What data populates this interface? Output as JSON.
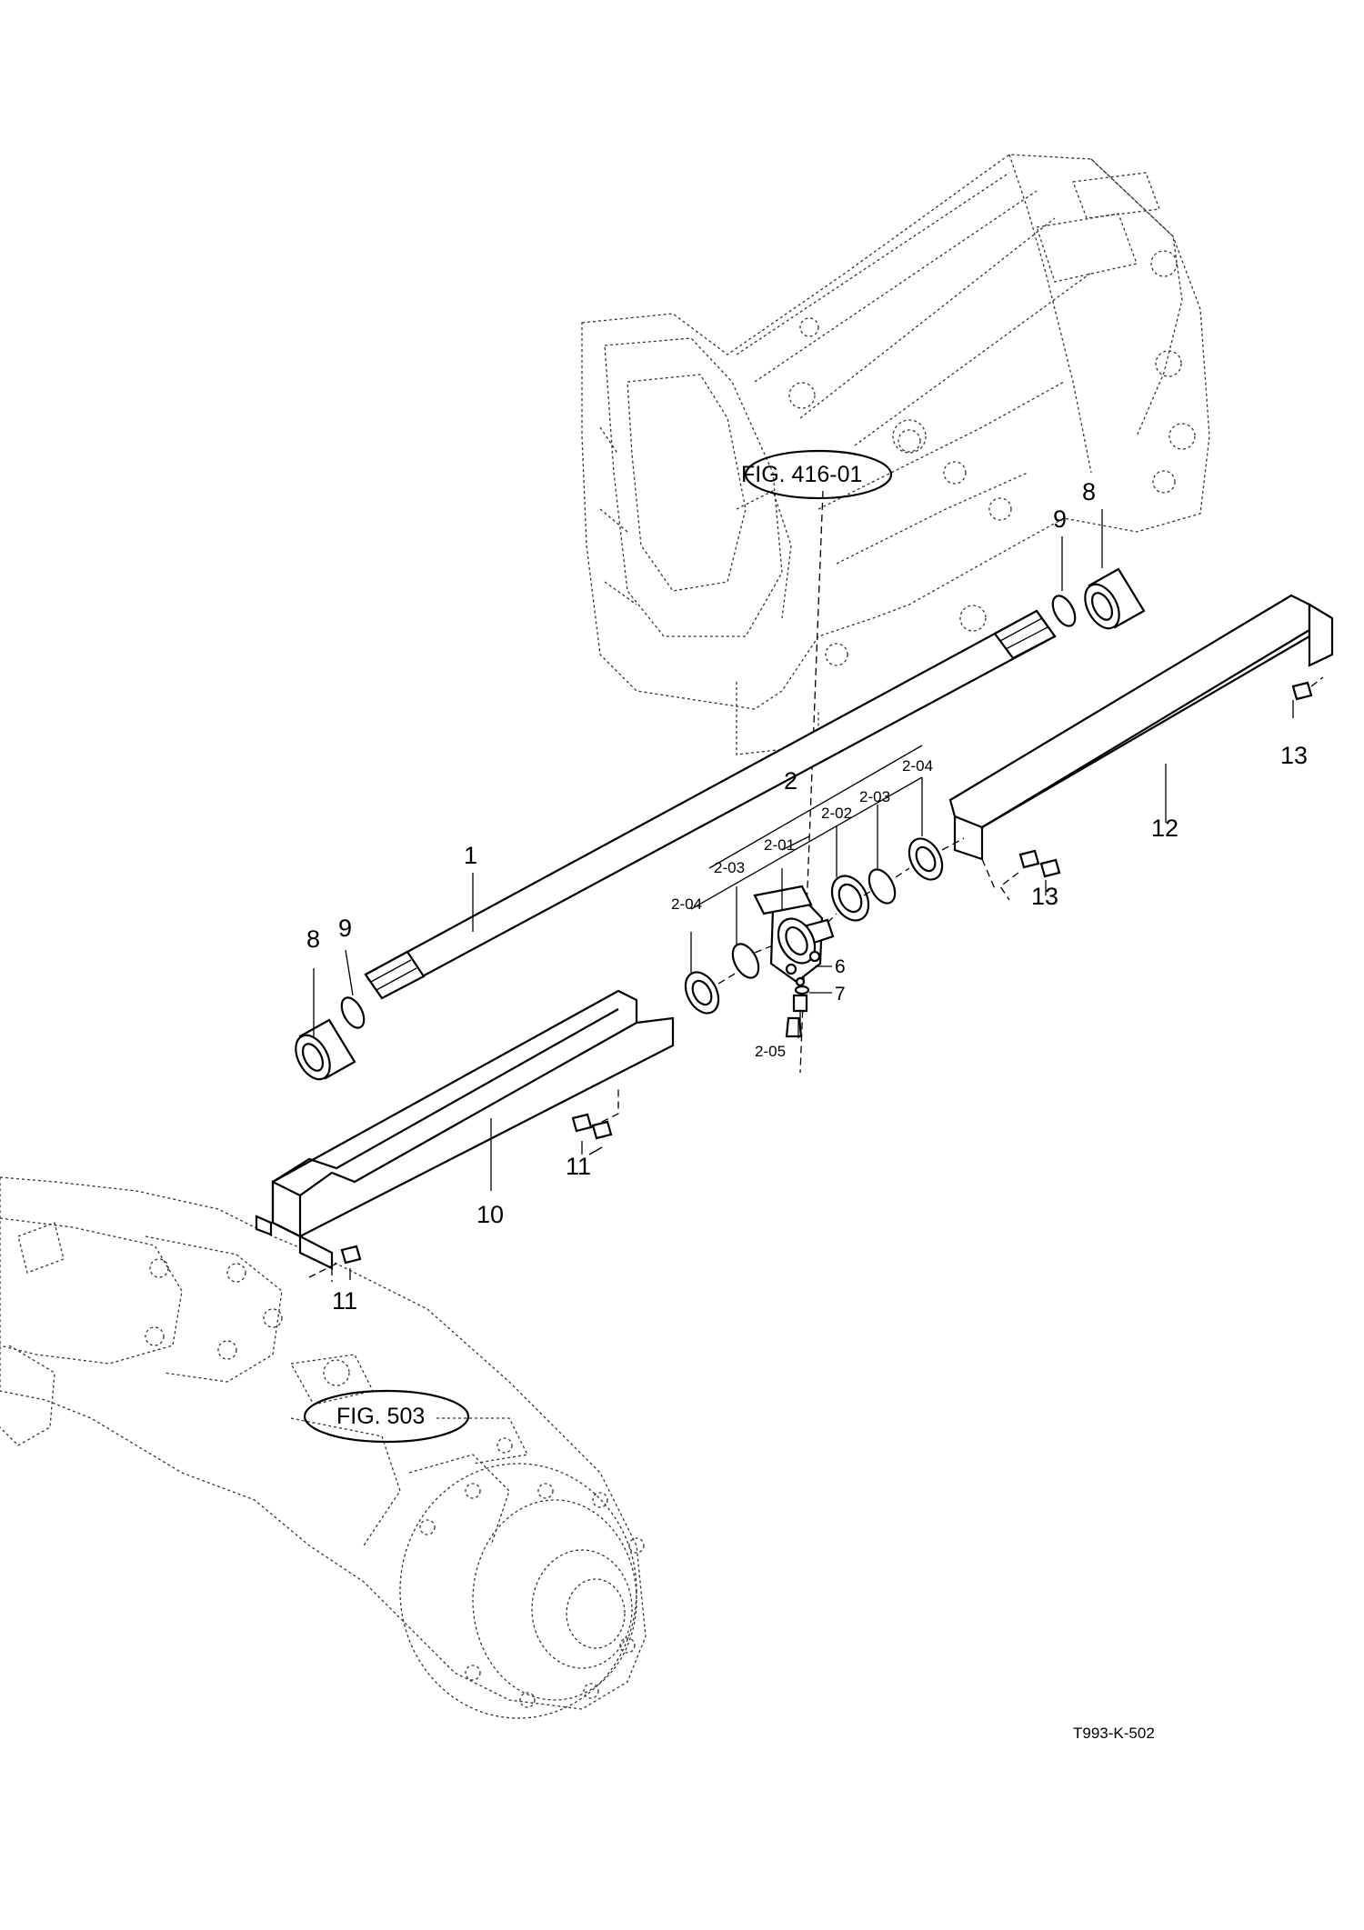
{
  "figure_refs": [
    {
      "id": "ref-416",
      "label": "FIG. 416-01"
    },
    {
      "id": "ref-503",
      "label": "FIG. 503"
    }
  ],
  "callouts": {
    "c1": "1",
    "c2": "2",
    "c2_01": "2-01",
    "c2_02": "2-02",
    "c2_03a": "2-03",
    "c2_03b": "2-03",
    "c2_04a": "2-04",
    "c2_04b": "2-04",
    "c2_05": "2-05",
    "c6": "6",
    "c7": "7",
    "c8a": "8",
    "c8b": "8",
    "c9a": "9",
    "c9b": "9",
    "c10": "10",
    "c11a": "11",
    "c11b": "11",
    "c12": "12",
    "c13a": "13",
    "c13b": "13"
  },
  "drawing_code": "T993-K-502"
}
